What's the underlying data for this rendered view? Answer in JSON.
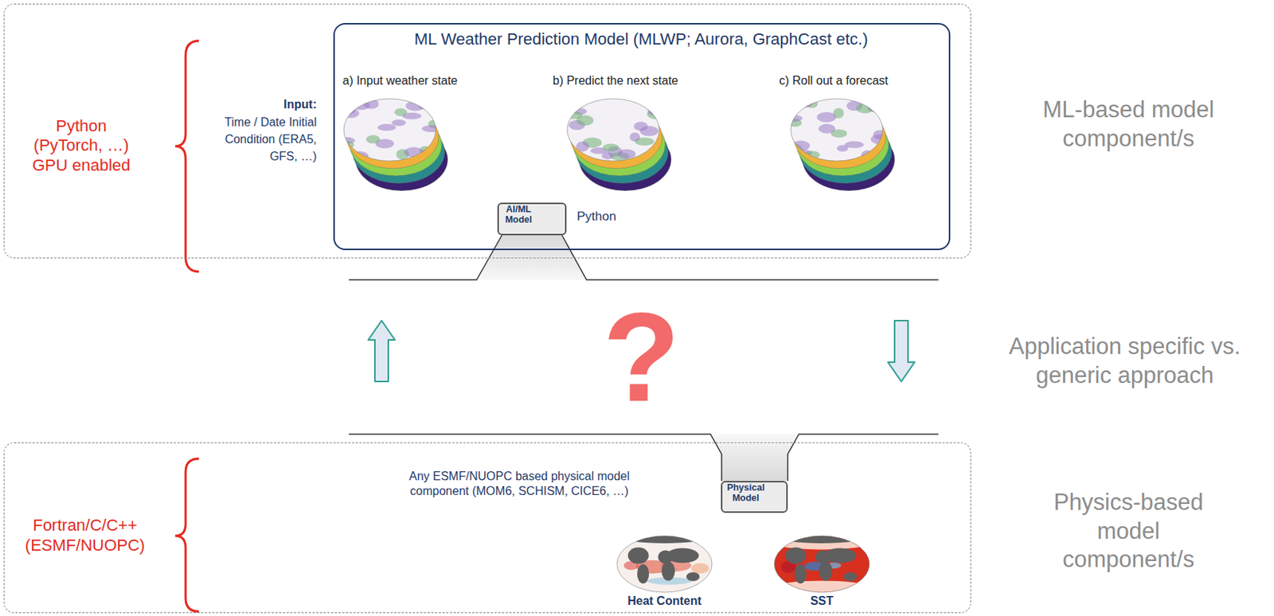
{
  "diagram": {
    "nodes": [
      {
        "text": [
          "Python (PyTorch, …) GPU enabled",
          "Input:",
          "Time / Date Initial Condition (ERA5, GFS, …)"
        ]
      },
      {
        "text": [
          "ML Weather Prediction Model (MLWP; Aurora, GraphCast etc.)",
          "a) Input weather state",
          "b) Predict the next state",
          "c) Roll out a forecast"
        ],
        "in": 0
      },
      {
        "text": [
          "AI/ML Model"
        ],
        "in": 1
      },
      {
        "text": [
          "Fortran/C/C++ (ESMF/NUOPC)",
          "Any ESMF/NUOPC based physical model component (MOM6, SCHISM, CICE6, …)"
        ]
      },
      {
        "text": [
          "Physical Model"
        ],
        "in": 3
      }
    ],
    "labels": [
      "Python",
      "?",
      "ML-based model component/s",
      "Application specific vs. generic approach",
      "Physics-based model component/s",
      "Heat Content",
      "SST"
    ]
  }
}
